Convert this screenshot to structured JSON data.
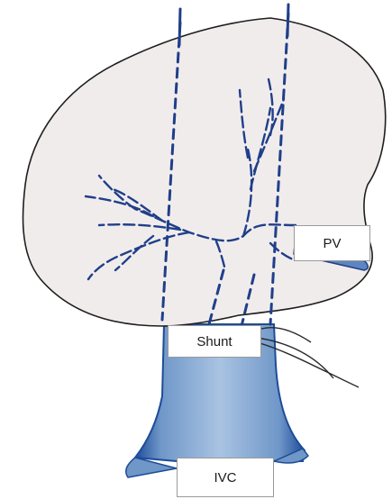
{
  "labels": {
    "pv": "PV",
    "shunt": "Shunt",
    "ivc": "IVC"
  },
  "colors": {
    "background": "#ffffff",
    "liver_fill": "#f1ecec",
    "liver_outline": "#1e1e1e",
    "vessel_blue": "#1f3f8a",
    "ivc_fill": "#7fa3cf",
    "ivc_edge": "#1e4c99",
    "suture": "#2a2a2a"
  }
}
